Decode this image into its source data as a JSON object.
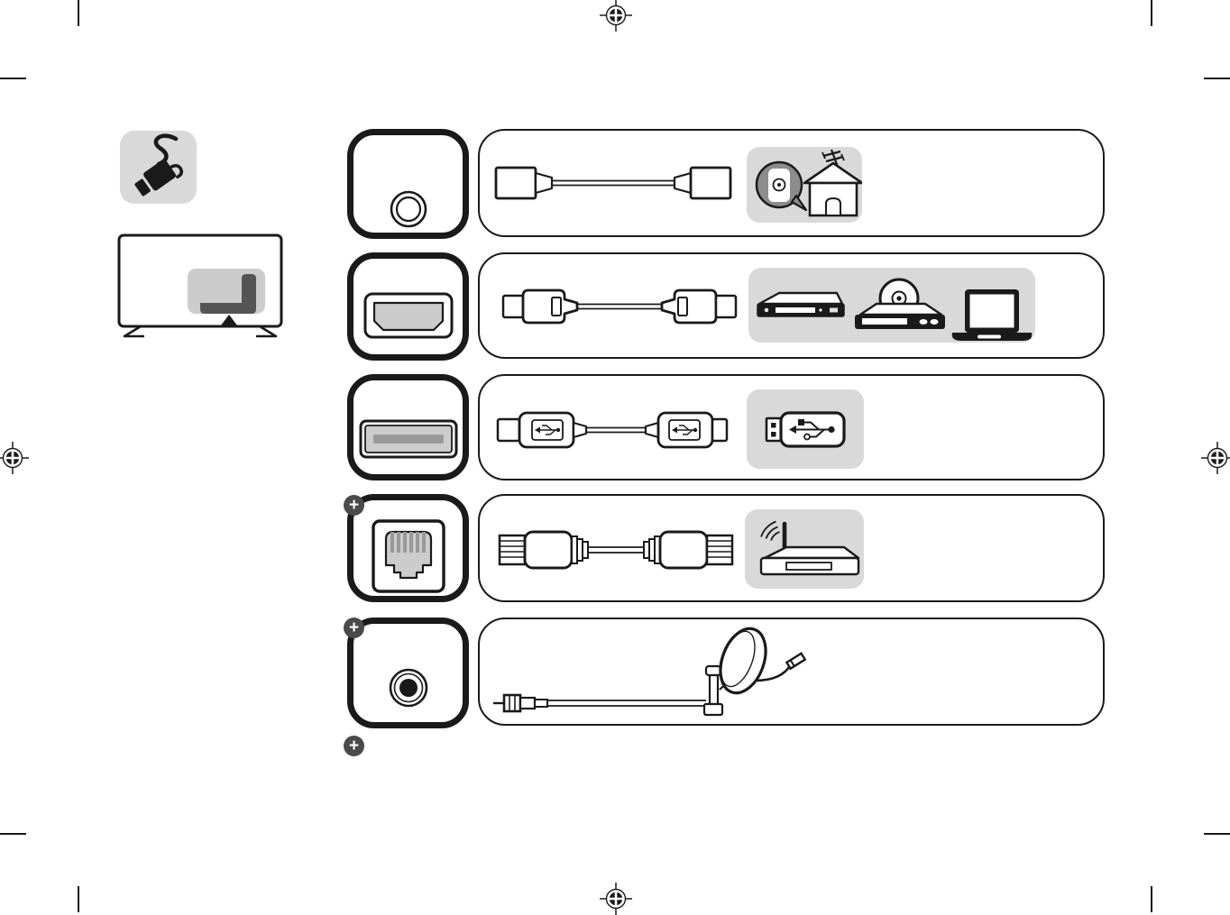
{
  "document": {
    "kind": "tv-quick-setup-connection-diagram",
    "background": "#ffffff"
  },
  "colors": {
    "line": "#1a1a1a",
    "panel_fill": "#ffffff",
    "gray_tile": "#d9d9d9",
    "port_gray": "#cccccc",
    "bar_gray": "#999999",
    "badge_bg": "#4a4a4a",
    "bubble_gray": "#8c8c8c"
  },
  "print_marks": {
    "registration_positions": [
      "top-center",
      "left-middle",
      "right-middle",
      "bottom-center"
    ],
    "crop_corners": [
      "top-left",
      "top-right",
      "bottom-left",
      "bottom-right"
    ]
  },
  "legend": {
    "power_icon": "power-cord-icon",
    "tv_icon": "tv-rear-panel-location"
  },
  "badge": {
    "symbol": "+"
  },
  "rows": [
    {
      "port": "antenna-coaxial-port",
      "cable": "rf-antenna-cable",
      "connects_to": [
        "wall-antenna-outlet",
        "house-rooftop-antenna"
      ],
      "optional": false
    },
    {
      "port": "hdmi-port",
      "cable": "hdmi-cable",
      "connects_to": [
        "set-top-box",
        "dvd-blu-ray-player",
        "laptop"
      ],
      "optional": false
    },
    {
      "port": "usb-port",
      "cable": "usb-cable",
      "connects_to": [
        "usb-flash-drive"
      ],
      "optional": false
    },
    {
      "port": "lan-ethernet-port",
      "cable": "ethernet-cable",
      "connects_to": [
        "wireless-router"
      ],
      "optional": true
    },
    {
      "port": "satellite-f-type-port",
      "cable": "satellite-coaxial-cable",
      "connects_to": [
        "satellite-dish"
      ],
      "optional": true
    }
  ]
}
